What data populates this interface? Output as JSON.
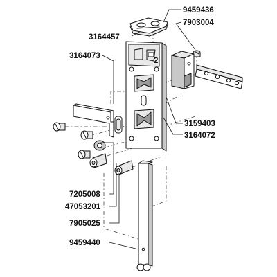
{
  "part_numbers": {
    "p9459436": "9459436",
    "p3164457": "3164457",
    "p7903004": "7903004",
    "p3164073": "3164073",
    "p3159403": "3159403",
    "p3164072": "3164072",
    "p7205008": "7205008",
    "p47053201": "47053201",
    "p7905025": "7905025",
    "p9459440": "9459440"
  },
  "plate_marking": "2",
  "colors": {
    "line": "#111111",
    "light_fill": "#e9e9e9",
    "mid_fill": "#c8c8c8",
    "dark_fill": "#9a9a9a"
  }
}
